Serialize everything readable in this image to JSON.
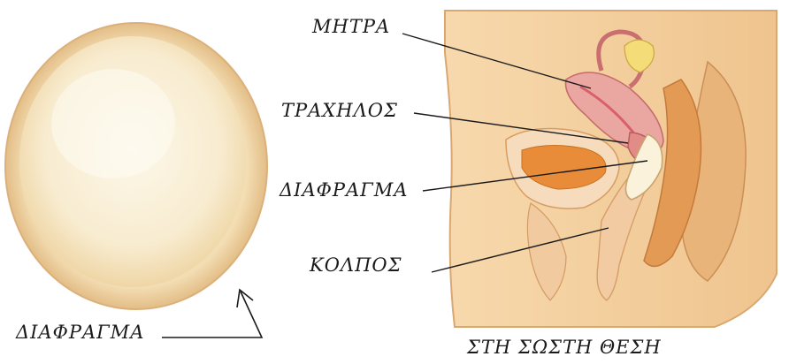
{
  "labels": {
    "uterus": "ΜΗΤΡΑ",
    "cervix": "ΤΡΑΧΗΛΟΣ",
    "diaphragm_inserted": "ΔΙΑΦΡΑΓΜΑ",
    "vagina": "ΚΟΛΠΟΣ",
    "diaphragm_device": "ΔΙΑΦΡΑΓΜΑ",
    "position_caption": "ΣΤΗ ΣΩΣΤΗ ΘΕΣΗ"
  },
  "colors": {
    "skin": "#f3d0a0",
    "skin_dark": "#e6b680",
    "organ_pink": "#eaa6a0",
    "organ_red": "#d8606a",
    "bladder": "#f6dcbc",
    "bladder_inner": "#e98c3a",
    "rectum": "#e29a55",
    "diaphragm_rim": "#f0d4a4",
    "diaphragm_dome": "#fbf2dc"
  }
}
